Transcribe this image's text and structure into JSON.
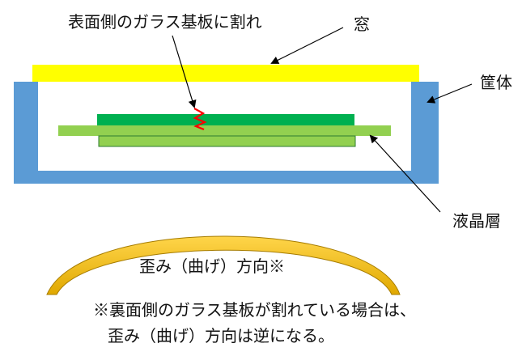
{
  "labels": {
    "crack_front": "表面側のガラス基板に割れ",
    "window": "窓",
    "housing": "筐体",
    "lc_layer": "液晶層",
    "direction": "歪み（曲げ）方向※",
    "note_line1": "※裏面側のガラス基板が割れている場合は、",
    "note_line2": "歪み（曲げ）方向は逆になる。"
  },
  "colors": {
    "window": "#ffff00",
    "housing": "#5b9bd5",
    "glass_top": "#00b050",
    "lc_layer": "#92d050",
    "glass_bottom": "#92d050",
    "crack": "#ff0000",
    "arc_outer": "#ffc000",
    "arc_inner": "#b8860b",
    "arrow": "#000000"
  }
}
